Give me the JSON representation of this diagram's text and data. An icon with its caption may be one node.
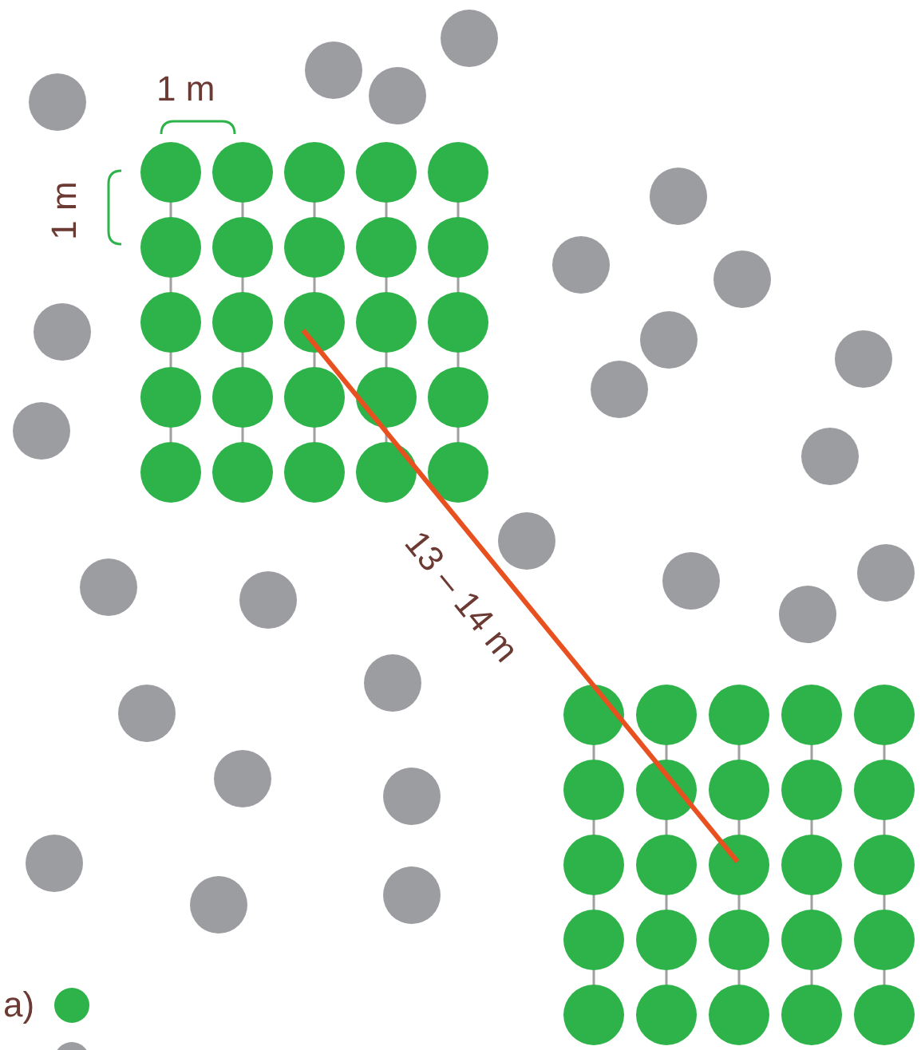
{
  "diagram": {
    "labels": [
      "1 m",
      "1 m",
      "13 – 14 m"
    ],
    "legend": [
      {
        "text": "a)",
        "color": "#2db34a"
      }
    ]
  }
}
